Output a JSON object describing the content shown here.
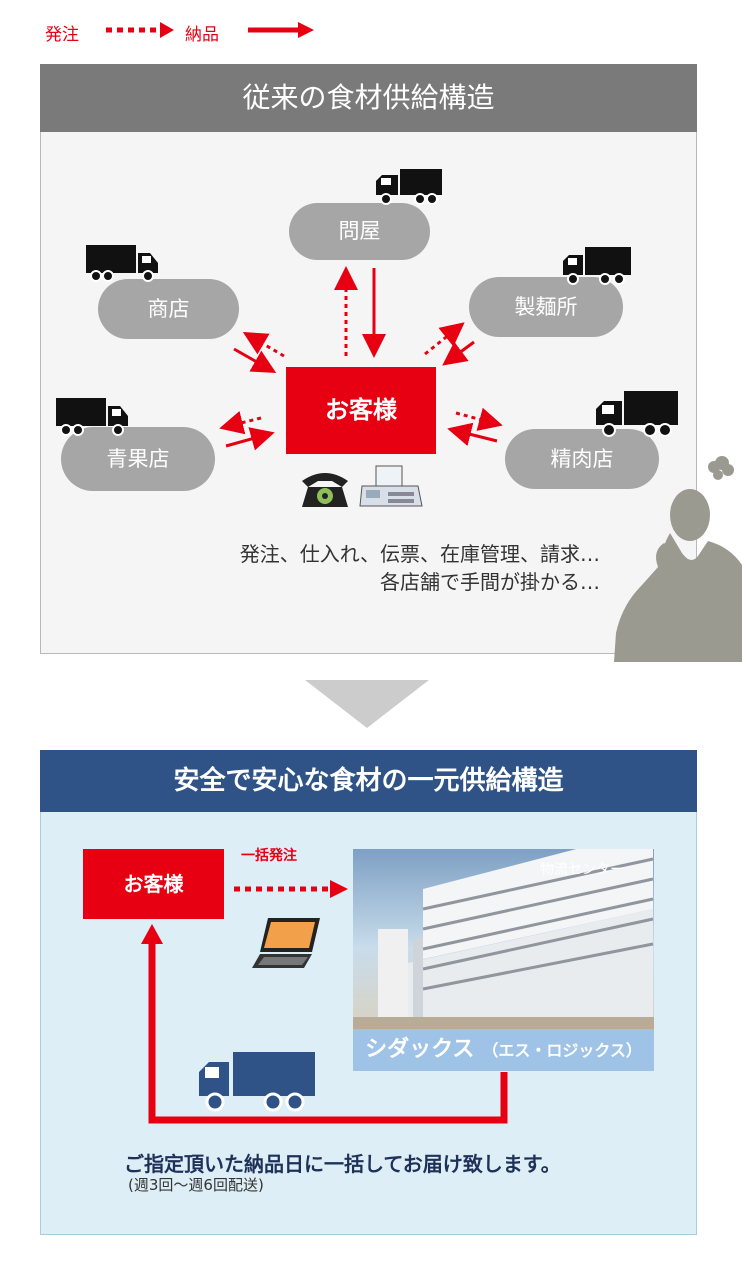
{
  "legend": {
    "order_label": "発注",
    "delivery_label": "納品",
    "order_color": "#e60012",
    "delivery_color": "#e60012"
  },
  "traditional": {
    "title": "従来の食材供給構造",
    "header_color": "#7a7a7a",
    "nodes": {
      "wholesaler": "問屋",
      "shop": "商店",
      "noodle": "製麺所",
      "greengrocer": "青果店",
      "butcher": "精肉店"
    },
    "customer": "お客様",
    "caption_line1": "発注、仕入れ、伝票、在庫管理、請求…",
    "caption_line2": "各店舗で手間が掛かる…"
  },
  "unified": {
    "title": "安全で安心な食材の一元供給構造",
    "header_color": "#2f5387",
    "customer": "お客様",
    "bulk_order": "一括発注",
    "center_label": "物流センター",
    "company_name": "シダックス",
    "company_sub": "（エス・ロジックス）",
    "delivery_text": "ご指定頂いた納品日に一括してお届け致します。",
    "frequency": "(週3回～週6回配送)"
  },
  "icons": [
    "truck-icon",
    "telephone-icon",
    "fax-icon",
    "laptop-icon",
    "thinking-person-icon",
    "down-arrow-icon"
  ]
}
